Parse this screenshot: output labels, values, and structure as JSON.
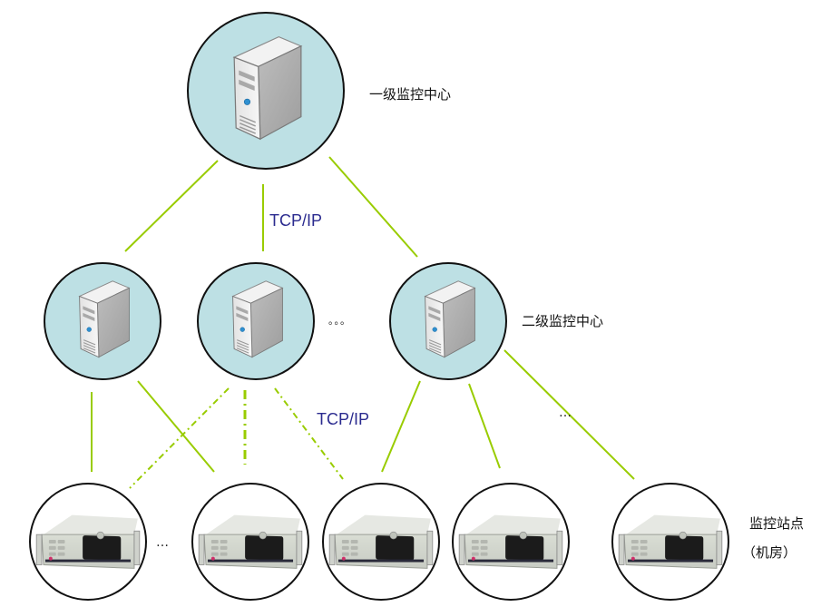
{
  "colors": {
    "link": "#99cc00",
    "server_circle_fill": "#bde0e4",
    "circle_stroke": "#111111",
    "station_circle_fill": "#ffffff",
    "protocol_text": "#2b2b8f"
  },
  "labels": {
    "level1": "一级监控中心",
    "level2": "二级监控中心",
    "station_line1": "监控站点",
    "station_line2": "（机房）",
    "protocol_top": "TCP/IP",
    "protocol_mid": "TCP/IP",
    "ellipsis_level2": "。。。",
    "ellipsis_stations": "…",
    "ellipsis_branch": "…"
  },
  "nodes": {
    "level1": [
      {
        "id": "center",
        "icon": "tower-server-icon"
      }
    ],
    "level2": [
      {
        "id": "l2a",
        "icon": "tower-server-icon"
      },
      {
        "id": "l2b",
        "icon": "tower-server-icon"
      },
      {
        "id": "l2c",
        "icon": "tower-server-icon"
      }
    ],
    "stations": [
      {
        "id": "s1",
        "icon": "rack-server-icon"
      },
      {
        "id": "s2",
        "icon": "rack-server-icon"
      },
      {
        "id": "s3",
        "icon": "rack-server-icon"
      },
      {
        "id": "s4",
        "icon": "rack-server-icon"
      },
      {
        "id": "s5",
        "icon": "rack-server-icon"
      }
    ]
  },
  "links": [
    {
      "from": "center",
      "to": "l2a",
      "style": "solid"
    },
    {
      "from": "center",
      "to": "l2b",
      "style": "solid"
    },
    {
      "from": "center",
      "to": "l2c",
      "style": "solid"
    },
    {
      "from": "l2a",
      "to": "s1",
      "style": "solid"
    },
    {
      "from": "l2a",
      "to": "s2",
      "style": "solid"
    },
    {
      "from": "l2b",
      "to": "s1",
      "style": "dashdot"
    },
    {
      "from": "l2b",
      "to": "s2",
      "style": "dashdot"
    },
    {
      "from": "l2b",
      "to": "s3",
      "style": "dashdot"
    },
    {
      "from": "l2c",
      "to": "s3",
      "style": "solid"
    },
    {
      "from": "l2c",
      "to": "s4",
      "style": "solid"
    },
    {
      "from": "l2c",
      "to": "s5",
      "style": "solid"
    }
  ]
}
